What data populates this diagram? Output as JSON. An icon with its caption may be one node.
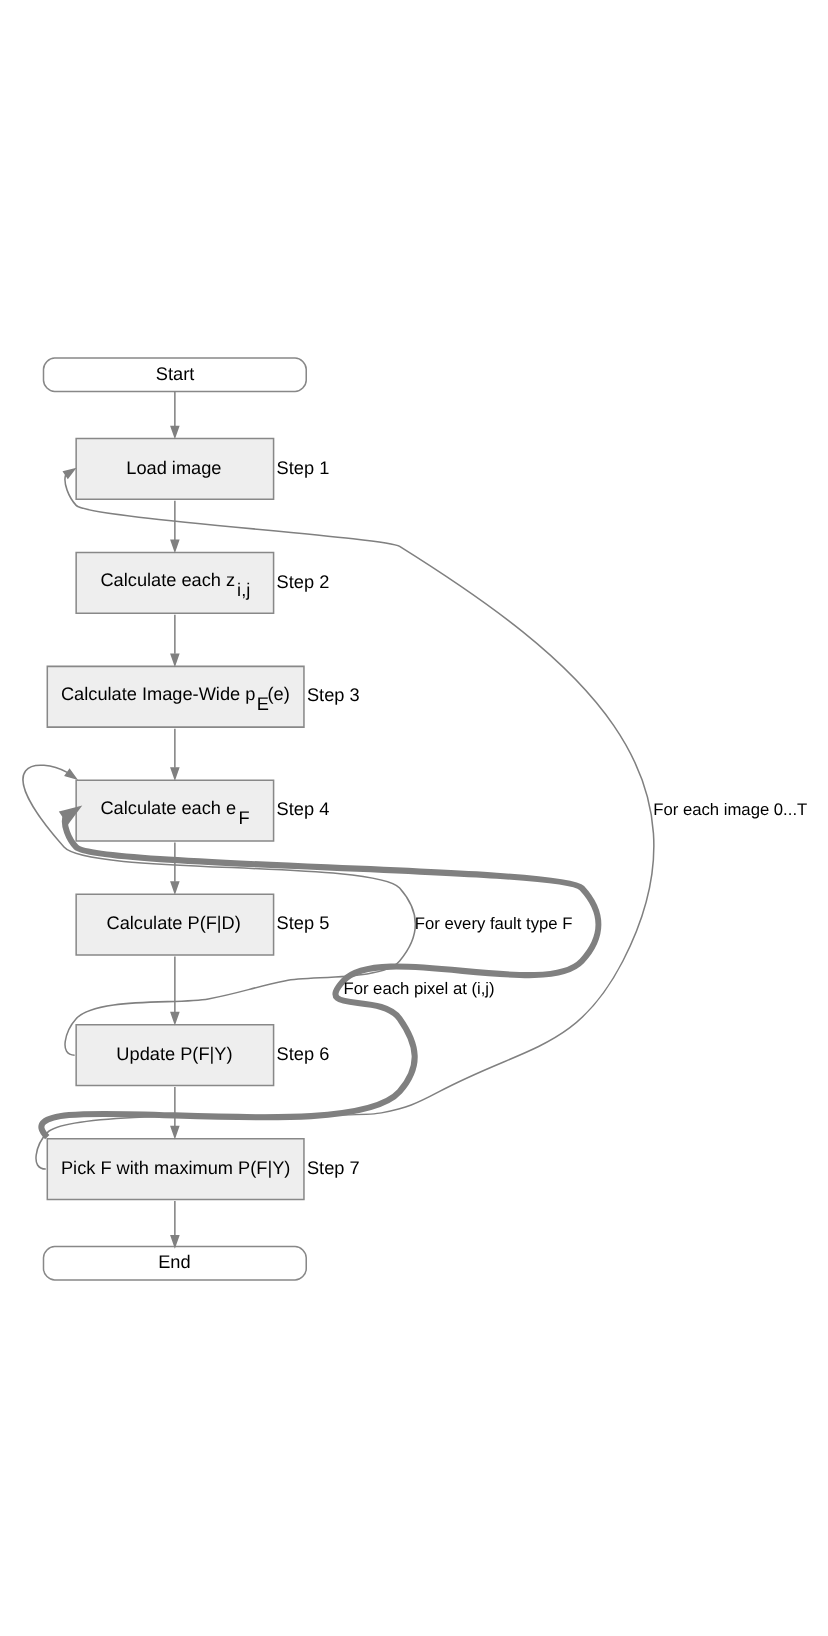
{
  "diagram": {
    "nodes": [
      {
        "text": [
          "Start"
        ]
      },
      {
        "text": [
          "Load image"
        ],
        "beside": [
          "Step 1"
        ]
      },
      {
        "text": [
          "Calculate each z$_{i,j}$"
        ],
        "beside": [
          "Step 2"
        ]
      },
      {
        "text": [
          "Calculate Image-Wide p$_{E}$(e)"
        ],
        "beside": [
          "Step 3"
        ]
      },
      {
        "text": [
          "Calculate each e$_{F}$"
        ],
        "beside": [
          "Step 4"
        ]
      },
      {
        "text": [
          "Calculate P(F|D)"
        ],
        "beside": [
          "Step 5"
        ]
      },
      {
        "text": [
          "Update P(F|Y)"
        ],
        "beside": [
          "Step 6"
        ]
      },
      {
        "text": [
          "Pick F with maximum P(F|Y)"
        ],
        "beside": [
          "Step 7"
        ]
      },
      {
        "text": [
          "End"
        ]
      }
    ],
    "edges": [
      {
        "from": 0,
        "to": 1,
        "arrow": "to"
      },
      {
        "from": 1,
        "to": 2,
        "arrow": "to"
      },
      {
        "from": 2,
        "to": 3,
        "arrow": "to"
      },
      {
        "from": 3,
        "to": 4,
        "arrow": "to"
      },
      {
        "from": 4,
        "to": 5,
        "arrow": "to"
      },
      {
        "from": 5,
        "to": 6,
        "arrow": "to"
      },
      {
        "from": 6,
        "to": 7,
        "arrow": "to"
      },
      {
        "from": 7,
        "to": 8,
        "arrow": "to"
      },
      {
        "from": 7,
        "to": 1,
        "arrow": "to",
        "label": "For each image 0...T"
      },
      {
        "from": 7,
        "to": 4,
        "arrow": "to",
        "label": "For each pixel at (i,j)",
        "style": "thick"
      },
      {
        "from": 6,
        "to": 4,
        "arrow": "to",
        "label": "For every fault type F"
      }
    ]
  }
}
